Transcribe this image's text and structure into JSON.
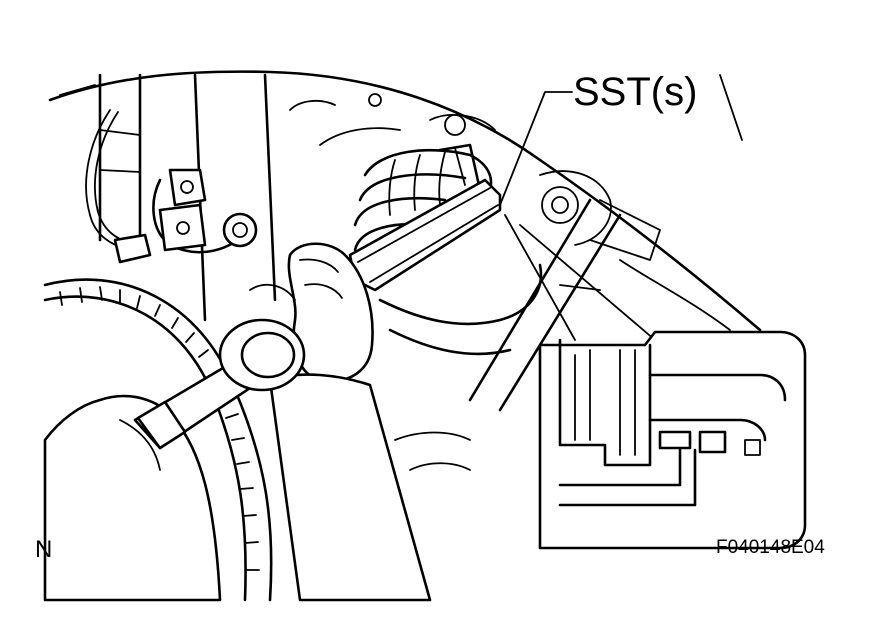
{
  "labels": {
    "callout": "SST(s)",
    "view": "N",
    "figure_code": "F040148E04"
  },
  "colors": {
    "ink": "#000000",
    "background": "#ffffff"
  }
}
